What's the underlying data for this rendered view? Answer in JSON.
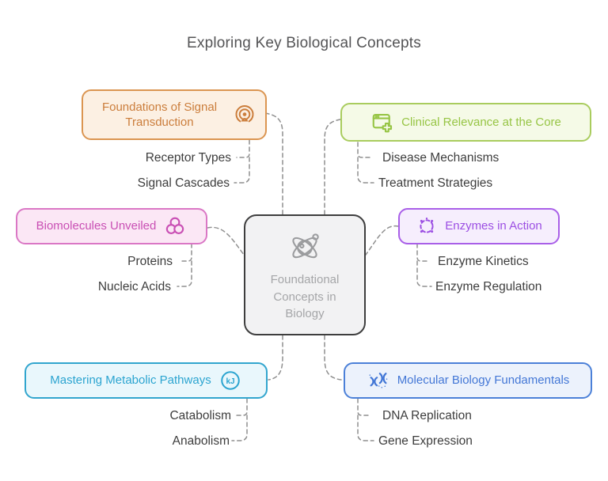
{
  "title": "Exploring Key Biological Concepts",
  "colors": {
    "connector": "#8F8F8F",
    "title_text": "#545456",
    "leaf_text": "#3D3D3D",
    "center_border": "#3E3E3E",
    "center_bg": "#F2F2F3",
    "center_text": "#A5A6A8",
    "orange": "#CB7D3B",
    "green": "#97C545",
    "pink": "#C94FB4",
    "purple": "#9C4FE3",
    "teal": "#2BA4D0",
    "blue": "#4377D6"
  },
  "center": {
    "label": "Foundational Concepts in Biology",
    "icon": "atom-icon"
  },
  "branches": [
    {
      "label": "Foundations of Signal Transduction",
      "icon": "podcast-icon",
      "children": [
        "Receptor Types",
        "Signal Cascades"
      ]
    },
    {
      "label": "Clinical Relevance at the Core",
      "icon": "medical-app-window-icon",
      "children": [
        "Disease Mechanisms",
        "Treatment Strategies"
      ]
    },
    {
      "label": "Biomolecules Unveiled",
      "icon": "molecule-circles-icon",
      "children": [
        "Proteins",
        "Nucleic Acids"
      ]
    },
    {
      "label": "Enzymes in Action",
      "icon": "enzyme-ring-icon",
      "children": [
        "Enzyme Kinetics",
        "Enzyme Regulation"
      ]
    },
    {
      "label": "Mastering Metabolic Pathways",
      "icon": "kilojoule-icon",
      "icon_text": "kJ",
      "children": [
        "Catabolism",
        "Anabolism"
      ]
    },
    {
      "label": "Molecular Biology Fundamentals",
      "icon": "chromosome-icon",
      "children": [
        "DNA Replication",
        "Gene Expression"
      ]
    }
  ]
}
